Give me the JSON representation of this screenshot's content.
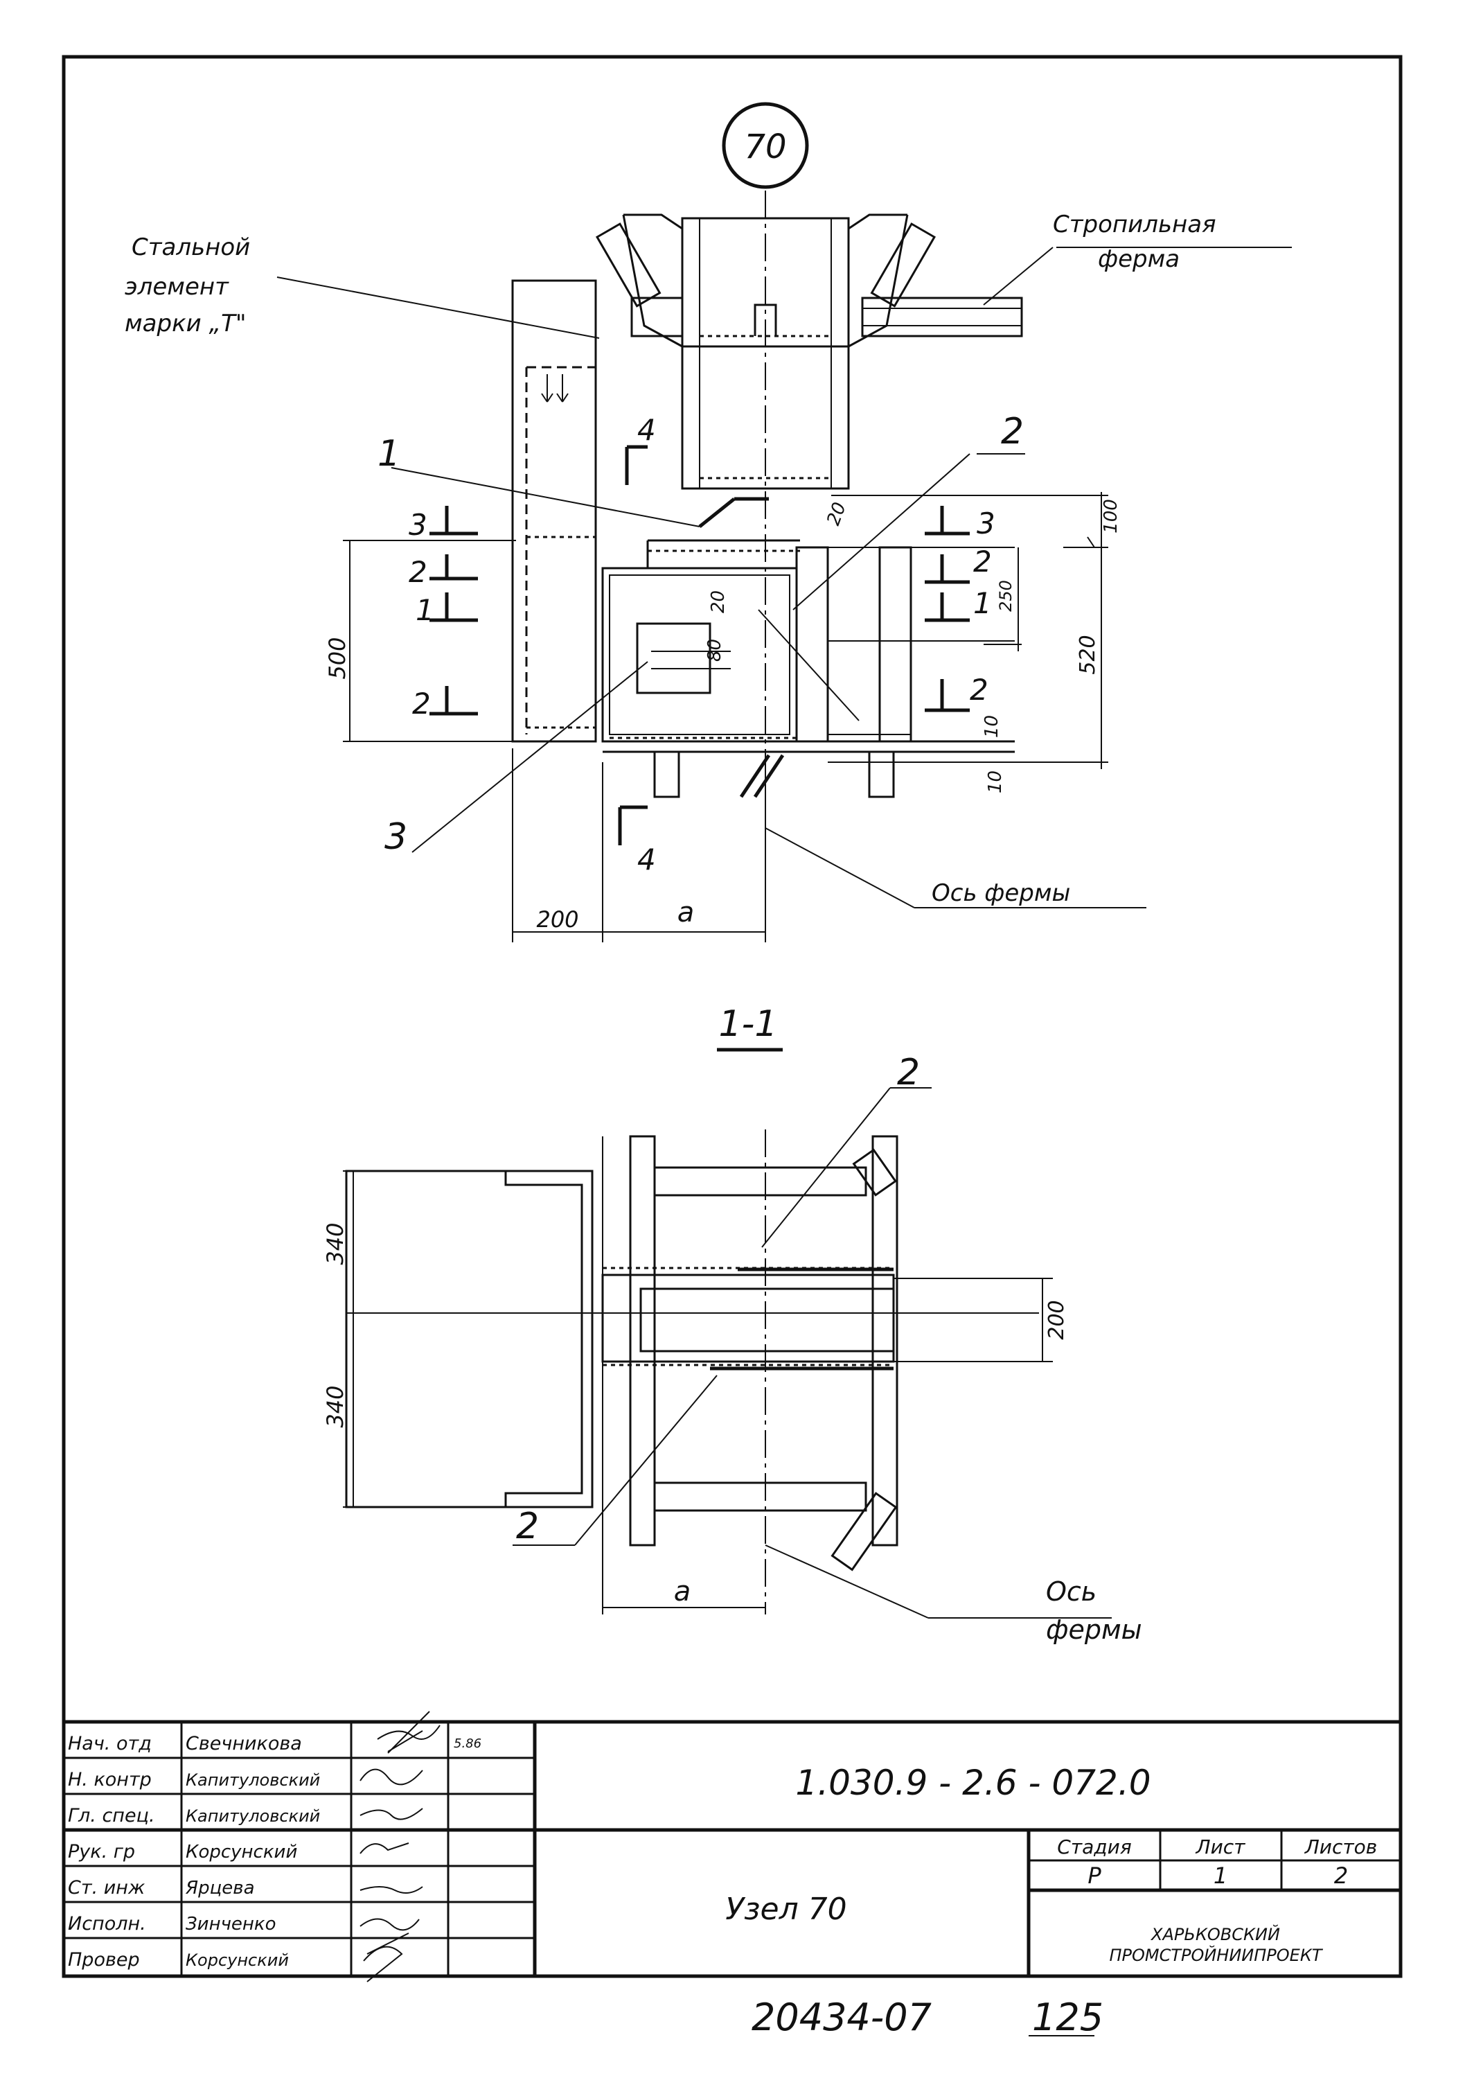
{
  "drawing": {
    "node_marker": "70",
    "section_title": "1-1",
    "labels": {
      "steel_element_line1": "Стальной",
      "steel_element_line2": "элемент",
      "steel_element_line3": "марки „Т\"",
      "truss_line1": "Стропильная",
      "truss_line2": "ферма",
      "truss_axis_top": "Ось фермы",
      "truss_axis_bottom_line1": "Ось",
      "truss_axis_bottom_line2": "фермы"
    },
    "callouts": {
      "pos1": "1",
      "pos2_top": "2",
      "pos3": "3",
      "pos2_sec_top": "2",
      "pos2_sec_bottom": "2"
    },
    "section_marks": {
      "s4_top": "4",
      "s4_bottom": "4",
      "s3_left": "3",
      "s2_left_a": "2",
      "s1_left": "1",
      "s2_left_b": "2",
      "s3_right": "3",
      "s2_right_a": "2",
      "s1_right": "1",
      "s2_right_b": "2"
    },
    "dimensions": {
      "d500": "500",
      "d200_left": "200",
      "d_a_top": "a",
      "d100": "100",
      "d250": "250",
      "d520": "520",
      "d20_a": "20",
      "d20_b": "20",
      "d80": "80",
      "d10_a": "10",
      "d10_b": "10",
      "d340_top": "340",
      "d340_bottom": "340",
      "d200_sec": "200",
      "d_a_bottom": "a"
    }
  },
  "title_block": {
    "roles": [
      {
        "role": "Нач. отд",
        "name": "Свечникова",
        "sig": "",
        "date": "5.86"
      },
      {
        "role": "Н. контр",
        "name": "Капитуловский",
        "sig": "",
        "date": ""
      },
      {
        "role": "Гл. спец.",
        "name": "Капитуловский",
        "sig": "",
        "date": ""
      },
      {
        "role": "Рук. гр",
        "name": "Корсунский",
        "sig": "",
        "date": ""
      },
      {
        "role": "Ст. инж",
        "name": "Ярцева",
        "sig": "",
        "date": ""
      },
      {
        "role": "Исполн.",
        "name": "Зинченко",
        "sig": "",
        "date": ""
      },
      {
        "role": "Провер",
        "name": "Корсунский",
        "sig": "",
        "date": ""
      }
    ],
    "document_code": "1.030.9 - 2.6 - 072.0",
    "sheet_title": "Узел 70",
    "stage_header": "Стадия",
    "sheet_header": "Лист",
    "sheets_header": "Листов",
    "stage_value": "Р",
    "sheet_value": "1",
    "sheets_value": "2",
    "org_line1": "ХАРЬКОВСКИЙ",
    "org_line2": "ПРОМСТРОЙНИИПРОЕКТ"
  },
  "footer": {
    "inventory_number": "20434-07",
    "page_number": "125"
  }
}
